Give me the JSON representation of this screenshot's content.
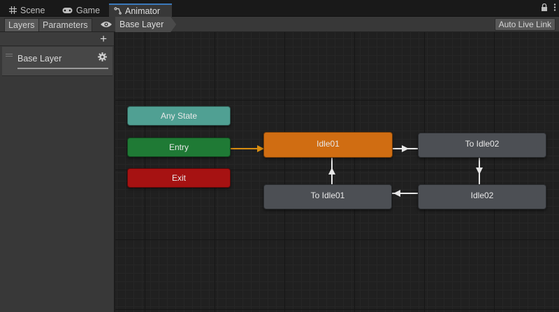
{
  "tabs": [
    {
      "label": "Scene",
      "icon": "grid-icon"
    },
    {
      "label": "Game",
      "icon": "gamepad-icon"
    },
    {
      "label": "Animator",
      "icon": "animator-icon",
      "active": true
    }
  ],
  "toolbar": {
    "layers_tab": "Layers",
    "parameters_tab": "Parameters",
    "breadcrumb": "Base Layer",
    "auto_live_link": "Auto Live Link"
  },
  "layers": [
    {
      "name": "Base Layer"
    }
  ],
  "states": {
    "any_state": "Any State",
    "entry": "Entry",
    "exit": "Exit",
    "idle01": "Idle01",
    "to_idle02": "To Idle02",
    "idle02": "Idle02",
    "to_idle01": "To Idle01"
  },
  "colors": {
    "any_state": "#50a093",
    "entry": "#1f7a35",
    "exit": "#a61212",
    "default_state": "#d06d12",
    "state": "#4c4f54",
    "accent": "#3a79bb"
  }
}
